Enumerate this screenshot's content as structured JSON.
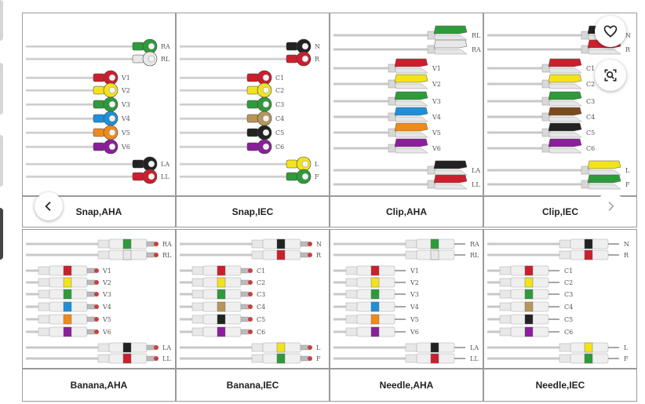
{
  "gallery": {
    "labels": [
      "Snap,AHA",
      "Snap,IEC",
      "Clip,AHA",
      "Clip,IEC",
      "Banana,AHA",
      "Banana,IEC",
      "Needle,AHA",
      "Needle,IEC"
    ]
  },
  "leads": {
    "snap_aha": [
      "RA",
      "RL",
      "V1",
      "V2",
      "V3",
      "V4",
      "V5",
      "V6",
      "LA",
      "LL"
    ],
    "snap_iec": [
      "N",
      "R",
      "C1",
      "C2",
      "C3",
      "C4",
      "C5",
      "C6",
      "L",
      "F"
    ],
    "clip_aha": [
      "RL",
      "RA",
      "V1",
      "V2",
      "V3",
      "V4",
      "V5",
      "V6",
      "LA",
      "LL"
    ],
    "clip_iec": [
      "N",
      "R",
      "C1",
      "C2",
      "C3",
      "C4",
      "C5",
      "C6",
      "L",
      "F"
    ],
    "banana_aha": [
      "RA",
      "RL",
      "V1",
      "V2",
      "V3",
      "V4",
      "V5",
      "V6",
      "LA",
      "LL"
    ],
    "banana_iec": [
      "N",
      "R",
      "C1",
      "C2",
      "C3",
      "C4",
      "C5",
      "C6",
      "L",
      "F"
    ],
    "needle_aha": [
      "RA",
      "RL",
      "V1",
      "V2",
      "V3",
      "V4",
      "V5",
      "V6",
      "LA",
      "LL"
    ],
    "needle_iec": [
      "N",
      "R",
      "C1",
      "C2",
      "C3",
      "C4",
      "C5",
      "C6",
      "L",
      "F"
    ]
  },
  "colors": {
    "aha": [
      "#2e9b3a",
      "#e8e8e8",
      "#cc1f2e",
      "#f2e31c",
      "#2e9b3a",
      "#1f8fd8",
      "#f08a1c",
      "#8a1f9a",
      "#222222",
      "#cc1f2e"
    ],
    "iec": [
      "#222222",
      "#cc1f2e",
      "#cc1f2e",
      "#f2e31c",
      "#2e9b3a",
      "#b8955a",
      "#222222",
      "#8a1f9a",
      "#f2e31c",
      "#2e9b3a"
    ],
    "clip_aha": [
      "#2e9b3a",
      "#e8e8e8",
      "#cc1f2e",
      "#f2e31c",
      "#2e9b3a",
      "#1f8fd8",
      "#f08a1c",
      "#8a1f9a",
      "#222222",
      "#cc1f2e"
    ],
    "clip_iec": [
      "#222222",
      "#cc1f2e",
      "#cc1f2e",
      "#f2e31c",
      "#2e9b3a",
      "#7a4a1e",
      "#222222",
      "#8a1f9a",
      "#f2e31c",
      "#2e9b3a"
    ]
  },
  "icons": {
    "favorite": "heart-icon",
    "visual_search": "lens-icon",
    "previous": "chevron-left-icon",
    "next": "chevron-right-icon"
  }
}
